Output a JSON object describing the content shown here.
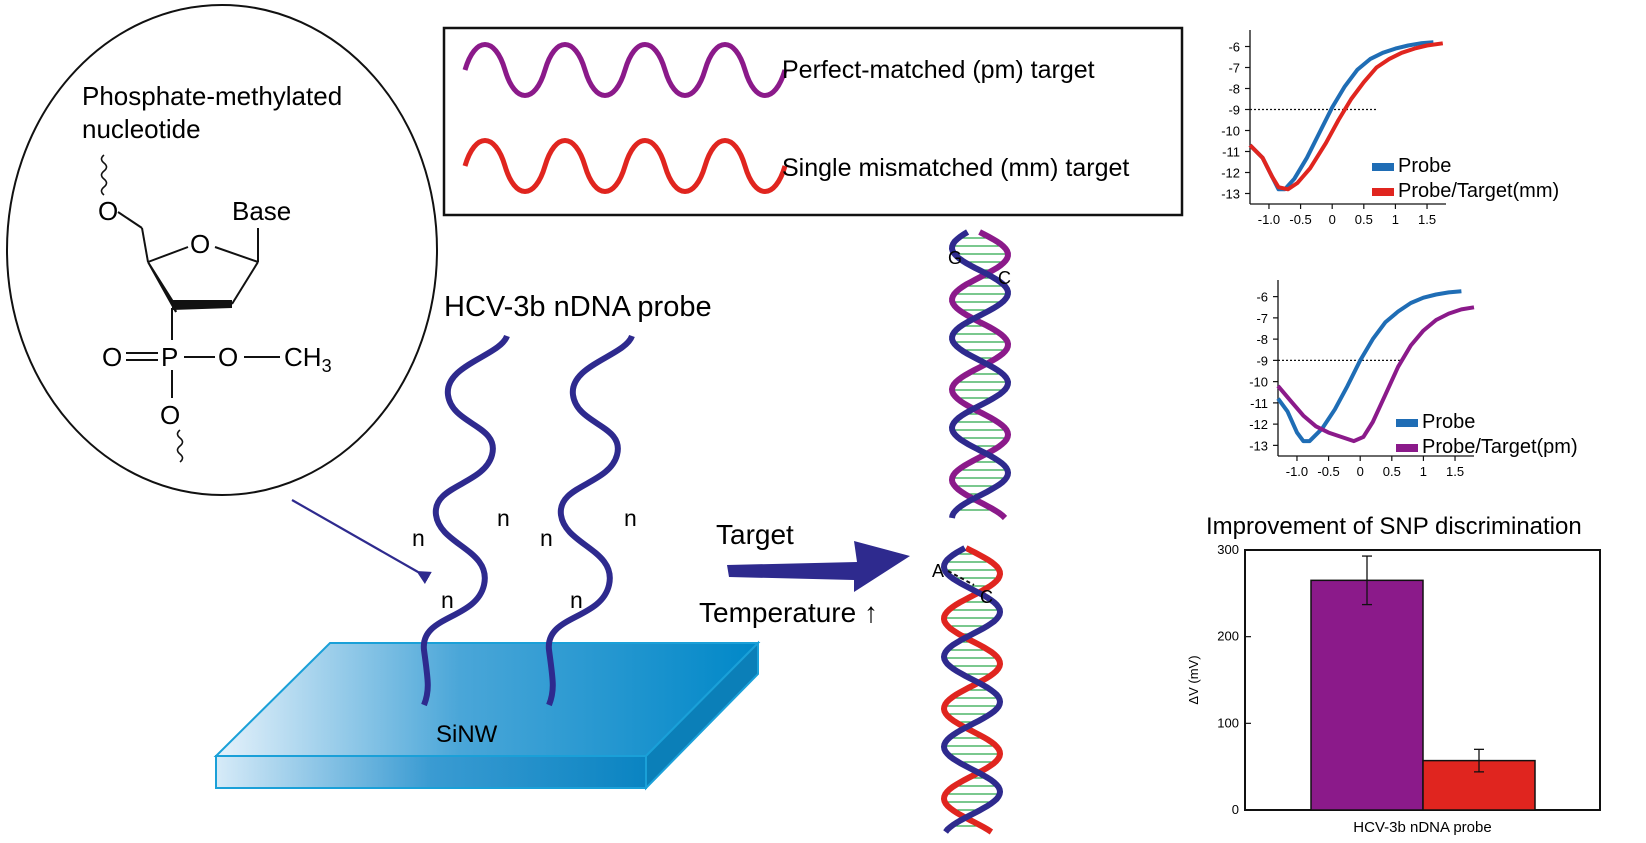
{
  "molecule": {
    "title_line1": "Phosphate-methylated",
    "title_line2": "nucleotide",
    "base": "Base",
    "ring_o": "O",
    "ester_o1": "O",
    "ester_o2": "O",
    "p_atom": "P",
    "dbl_o": "O",
    "methyl": "CH",
    "methyl_sub": "3"
  },
  "legend_box": {
    "pm_label": "Perfect-matched (pm) target",
    "mm_label": "Single mismatched (mm) target"
  },
  "probe": {
    "title": "HCV-3b nDNA probe",
    "n": "n",
    "surface_label": "SiNW"
  },
  "reaction": {
    "target_label": "Target",
    "temperature_label": "Temperature ↑"
  },
  "helix_labels": {
    "g": "G",
    "c1": "C",
    "a": "A",
    "c2": "C"
  },
  "colors": {
    "probe": "#2e2a8e",
    "pm": "#8b1a8a",
    "mm": "#e0251f",
    "curve_probe": "#1f6db5",
    "silicon": "#0088c8",
    "hbond": "#2aa84a"
  },
  "chart_data": [
    {
      "type": "line",
      "x_ticks": [
        "-1.0",
        "-0.5",
        "0",
        "0.5",
        "1",
        "1.5"
      ],
      "y_ticks": [
        "-6",
        "-7",
        "-8",
        "-9",
        "-10",
        "-11",
        "-12",
        "-13"
      ],
      "xlim": [
        -1.3,
        1.8
      ],
      "ylim": [
        -13.5,
        -5.5
      ],
      "reference_line_y": -9,
      "series": [
        {
          "name": "Probe",
          "color": "#1f6db5",
          "x": [
            -1.3,
            -1.1,
            -0.95,
            -0.85,
            -0.75,
            -0.6,
            -0.4,
            -0.2,
            0.0,
            0.2,
            0.4,
            0.6,
            0.8,
            1.0,
            1.2,
            1.4,
            1.6
          ],
          "y": [
            -10.7,
            -11.3,
            -12.2,
            -12.8,
            -12.8,
            -12.3,
            -11.3,
            -10.1,
            -8.9,
            -7.9,
            -7.1,
            -6.6,
            -6.3,
            -6.1,
            -5.95,
            -5.85,
            -5.8
          ]
        },
        {
          "name": "Probe/Target(mm)",
          "color": "#e0251f",
          "x": [
            -1.3,
            -1.1,
            -0.95,
            -0.85,
            -0.7,
            -0.55,
            -0.35,
            -0.1,
            0.1,
            0.3,
            0.5,
            0.7,
            0.9,
            1.1,
            1.3,
            1.5,
            1.75
          ],
          "y": [
            -10.7,
            -11.3,
            -12.2,
            -12.7,
            -12.8,
            -12.5,
            -11.8,
            -10.6,
            -9.5,
            -8.5,
            -7.7,
            -7.0,
            -6.6,
            -6.3,
            -6.1,
            -5.95,
            -5.85
          ]
        }
      ]
    },
    {
      "type": "line",
      "x_ticks": [
        "-1.0",
        "-0.5",
        "0",
        "0.5",
        "1",
        "1.5"
      ],
      "y_ticks": [
        "-6",
        "-7",
        "-8",
        "-9",
        "-10",
        "-11",
        "-12",
        "-13"
      ],
      "xlim": [
        -1.3,
        1.8
      ],
      "ylim": [
        -13.5,
        -5.5
      ],
      "reference_line_y": -9,
      "series": [
        {
          "name": "Probe",
          "color": "#1f6db5",
          "x": [
            -1.3,
            -1.15,
            -1.0,
            -0.9,
            -0.8,
            -0.6,
            -0.4,
            -0.2,
            0.0,
            0.2,
            0.4,
            0.6,
            0.8,
            1.0,
            1.2,
            1.4,
            1.6
          ],
          "y": [
            -10.8,
            -11.4,
            -12.4,
            -12.8,
            -12.8,
            -12.2,
            -11.3,
            -10.2,
            -9.0,
            -8.0,
            -7.2,
            -6.7,
            -6.3,
            -6.05,
            -5.9,
            -5.8,
            -5.75
          ]
        },
        {
          "name": "Probe/Target(pm)",
          "color": "#8b1a8a",
          "x": [
            -1.3,
            -1.1,
            -0.9,
            -0.7,
            -0.5,
            -0.3,
            -0.1,
            0.05,
            0.2,
            0.4,
            0.6,
            0.8,
            1.0,
            1.2,
            1.4,
            1.6,
            1.8
          ],
          "y": [
            -10.2,
            -10.9,
            -11.6,
            -12.1,
            -12.4,
            -12.6,
            -12.8,
            -12.6,
            -11.9,
            -10.6,
            -9.3,
            -8.3,
            -7.6,
            -7.1,
            -6.8,
            -6.6,
            -6.5
          ]
        }
      ]
    },
    {
      "type": "bar",
      "title": "Improvement of SNP discrimination",
      "xlabel": "HCV-3b nDNA probe",
      "ylabel": "ΔV (mV)",
      "ylim": [
        0,
        300
      ],
      "y_ticks": [
        "0",
        "100",
        "200",
        "300"
      ],
      "series": [
        {
          "color": "#8b1a8a",
          "value": 265,
          "error": 28
        },
        {
          "color": "#e0251f",
          "value": 57,
          "error": 13
        }
      ]
    }
  ]
}
